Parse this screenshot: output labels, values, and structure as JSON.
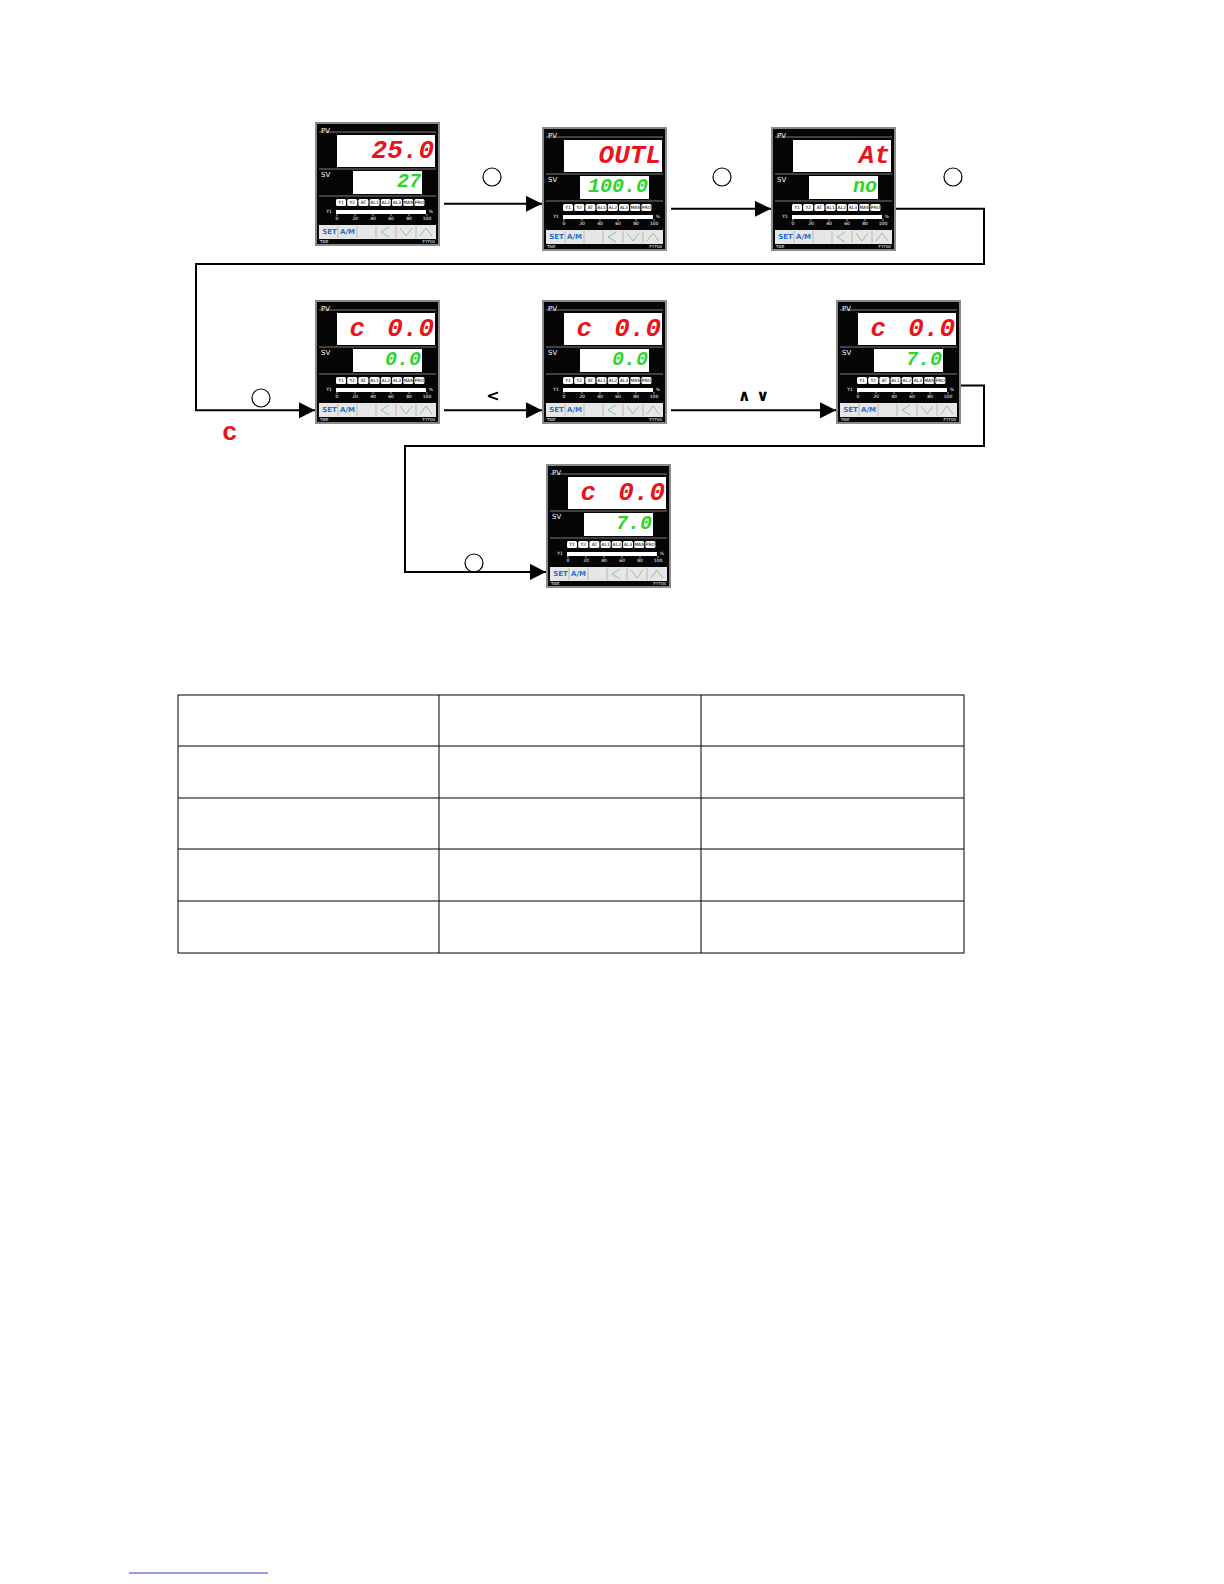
{
  "diagram": {
    "nodes": [
      {
        "text": [
          "PV",
          "25.0",
          "SV",
          "27",
          "Y1",
          "Y2",
          "AT",
          "AL1",
          "AL2",
          "AL3",
          "MAN",
          "PRO",
          "Y1",
          "0",
          "20",
          "40",
          "60",
          "80",
          "100",
          "%",
          "SET",
          "A/M",
          "TAIE",
          "FY700"
        ]
      },
      {
        "text": [
          "PV",
          "OUTL",
          "SV",
          "100.0",
          "Y1",
          "Y2",
          "AT",
          "AL1",
          "AL2",
          "AL3",
          "MAN",
          "PRO",
          "Y1",
          "0",
          "20",
          "40",
          "60",
          "80",
          "100",
          "%",
          "SET",
          "A/M",
          "TAIE",
          "FY700"
        ]
      },
      {
        "text": [
          "PV",
          "At",
          "SV",
          "no",
          "Y1",
          "Y2",
          "AT",
          "AL1",
          "AL2",
          "AL3",
          "MAN",
          "PRO",
          "Y1",
          "0",
          "20",
          "40",
          "60",
          "80",
          "100",
          "%",
          "SET",
          "A/M",
          "TAIE",
          "FY700"
        ]
      },
      {
        "text": [
          "PV",
          "c 0.0",
          "SV",
          "0.0",
          "Y1",
          "Y2",
          "AT",
          "AL1",
          "AL2",
          "AL3",
          "MAN",
          "PRO",
          "Y1",
          "0",
          "20",
          "40",
          "60",
          "80",
          "100",
          "%",
          "SET",
          "A/M",
          "TAIE",
          "FY700"
        ]
      },
      {
        "text": [
          "PV",
          "c 0.0",
          "SV",
          "0.0",
          "Y1",
          "Y2",
          "AT",
          "AL1",
          "AL2",
          "AL3",
          "MAN",
          "PRO",
          "Y1",
          "0",
          "20",
          "40",
          "60",
          "80",
          "100",
          "%",
          "SET",
          "A/M",
          "TAIE",
          "FY700"
        ]
      },
      {
        "text": [
          "PV",
          "c 0.0",
          "SV",
          "7.0",
          "Y1",
          "Y2",
          "AT",
          "AL1",
          "AL2",
          "AL3",
          "MAN",
          "PRO",
          "Y1",
          "0",
          "20",
          "40",
          "60",
          "80",
          "100",
          "%",
          "SET",
          "A/M",
          "TAIE",
          "FY700"
        ]
      },
      {
        "text": [
          "PV",
          "c 0.0",
          "SV",
          "7.0",
          "Y1",
          "Y2",
          "AT",
          "AL1",
          "AL2",
          "AL3",
          "MAN",
          "PRO",
          "Y1",
          "0",
          "20",
          "40",
          "60",
          "80",
          "100",
          "%",
          "SET",
          "A/M",
          "TAIE",
          "FY700"
        ]
      }
    ],
    "edges": [
      {
        "from": 0,
        "to": 1,
        "arrow": "to"
      },
      {
        "from": 1,
        "to": 2,
        "arrow": "to"
      },
      {
        "from": 2,
        "to": 3,
        "arrow": "to"
      },
      {
        "from": 3,
        "to": 4,
        "label": "<",
        "arrow": "to"
      },
      {
        "from": 4,
        "to": 5,
        "label": "∧ ∨",
        "arrow": "to"
      },
      {
        "from": 5,
        "to": 6,
        "arrow": "to"
      }
    ],
    "labels": [
      "c"
    ]
  }
}
